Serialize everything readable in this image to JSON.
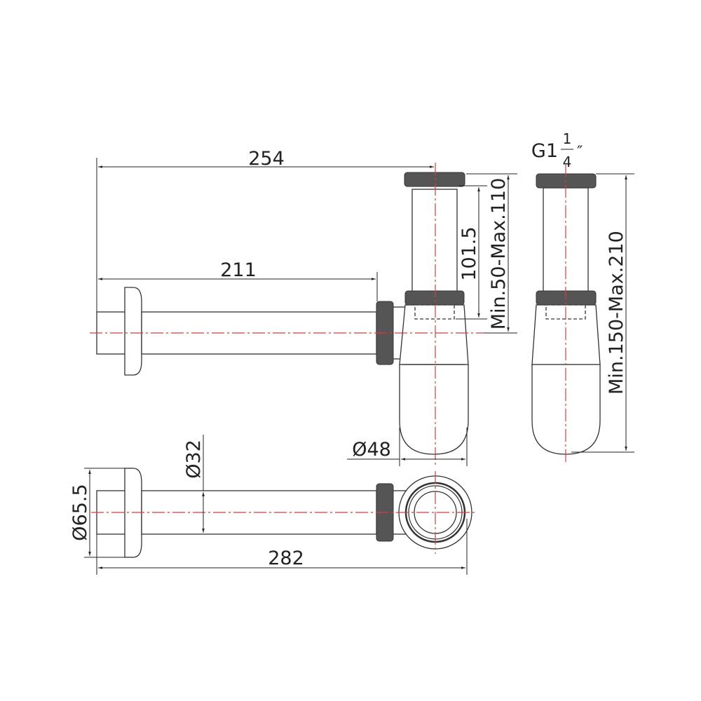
{
  "dimensions": {
    "overall_length_top": "254",
    "pipe_length": "211",
    "tube_length": "101.5",
    "height_adjust": "Min.50-Max.110",
    "trap_diameter": "Ø48",
    "thread_prefix": "G1",
    "thread_num": "1",
    "thread_den": "4",
    "thread_unit": "″",
    "total_height": "Min.150-Max.210",
    "pipe_diameter": "Ø32",
    "flange_diameter": "Ø65.5",
    "overall_length_bottom": "282"
  },
  "colors": {
    "centerline": "#e03a3a",
    "line": "#333333"
  }
}
